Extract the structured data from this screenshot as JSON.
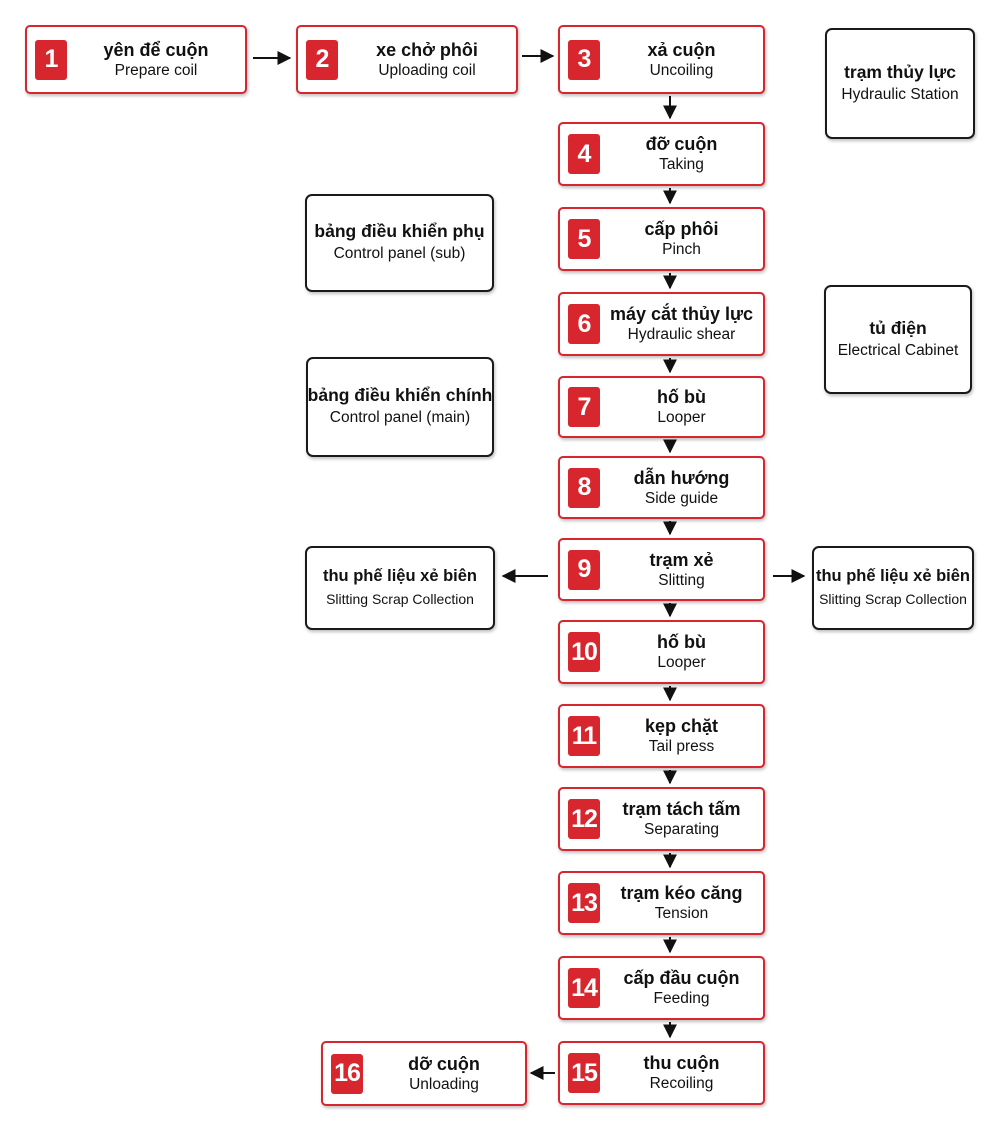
{
  "steps": [
    {
      "num": "1",
      "vi": "yên để cuộn",
      "en": "Prepare coil"
    },
    {
      "num": "2",
      "vi": "xe chở phôi",
      "en": "Uploading coil"
    },
    {
      "num": "3",
      "vi": "xả cuộn",
      "en": "Uncoiling"
    },
    {
      "num": "4",
      "vi": "đỡ cuộn",
      "en": "Taking"
    },
    {
      "num": "5",
      "vi": "cấp phôi",
      "en": "Pinch"
    },
    {
      "num": "6",
      "vi": "máy cắt thủy lực",
      "en": "Hydraulic shear"
    },
    {
      "num": "7",
      "vi": "hố bù",
      "en": "Looper"
    },
    {
      "num": "8",
      "vi": "dẫn hướng",
      "en": "Side guide"
    },
    {
      "num": "9",
      "vi": "trạm xẻ",
      "en": "Slitting"
    },
    {
      "num": "10",
      "vi": "hố bù",
      "en": "Looper"
    },
    {
      "num": "11",
      "vi": "kẹp chặt",
      "en": "Tail press"
    },
    {
      "num": "12",
      "vi": "trạm tách tấm",
      "en": "Separating"
    },
    {
      "num": "13",
      "vi": "trạm kéo căng",
      "en": "Tension"
    },
    {
      "num": "14",
      "vi": "cấp đầu cuộn",
      "en": "Feeding"
    },
    {
      "num": "15",
      "vi": "thu cuộn",
      "en": "Recoiling"
    },
    {
      "num": "16",
      "vi": "dỡ cuộn",
      "en": "Unloading"
    }
  ],
  "auxiliary": {
    "hydraulic_station": {
      "vi": "trạm thủy lực",
      "en": "Hydraulic Station"
    },
    "control_panel_sub": {
      "vi": "bảng điều khiển phụ",
      "en": "Control panel (sub)"
    },
    "electrical_cabinet": {
      "vi": "tủ điện",
      "en": "Electrical Cabinet"
    },
    "control_panel_main": {
      "vi": "bảng điều khiển chính",
      "en": "Control panel (main)"
    },
    "scrap_left": {
      "vi": "thu phế liệu xẻ biên",
      "en": "Slitting Scrap Collection"
    },
    "scrap_right": {
      "vi": "thu phế liệu xẻ biên",
      "en": "Slitting Scrap Collection"
    }
  },
  "colors": {
    "accent": "#d8262e",
    "box_border": "#1a1a1a",
    "arrow": "#111111"
  }
}
